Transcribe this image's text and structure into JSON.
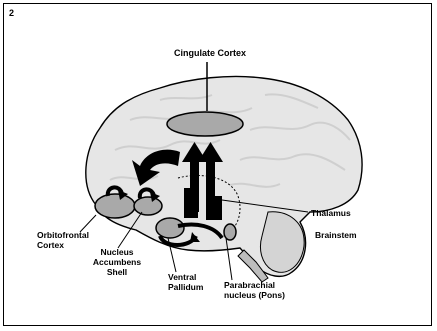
{
  "figure": {
    "number": "2"
  },
  "labels": {
    "cingulate_cortex": "Cingulate Cortex",
    "thalamus": "Thalamus",
    "brainstem": "Brainstem",
    "orbitofrontal_cortex": "Orbitofrontal Cortex",
    "nucleus_accumbens_shell": "Nucleus Accumbens Shell",
    "ventral_pallidum": "Ventral Pallidum",
    "parabrachial_nucleus": "Parabrachial nucleus (Pons)"
  },
  "colors": {
    "region_fill": "#a9a9a9",
    "brain_fill": "#e6e6e6",
    "arrow_fill": "#000000",
    "outline": "#000000"
  }
}
